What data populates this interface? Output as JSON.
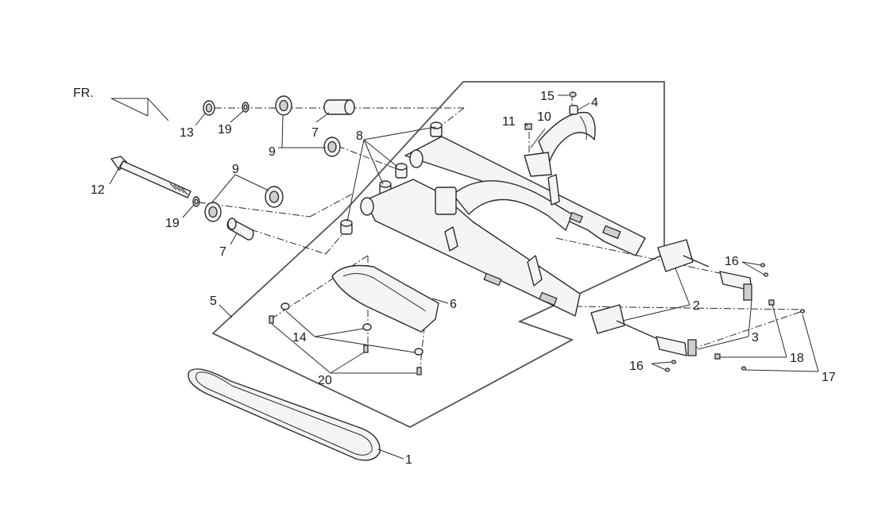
{
  "direction_label": "FR.",
  "callouts": {
    "c1": "1",
    "c2": "2",
    "c3": "3",
    "c4": "4",
    "c5": "5",
    "c6": "6",
    "c7a": "7",
    "c7b": "7",
    "c8": "8",
    "c9a": "9",
    "c9b": "9",
    "c10": "10",
    "c11": "11",
    "c12": "12",
    "c13": "13",
    "c14": "14",
    "c15": "15",
    "c16a": "16",
    "c16b": "16",
    "c17": "17",
    "c18": "18",
    "c19a": "19",
    "c19b": "19",
    "c20": "20"
  }
}
